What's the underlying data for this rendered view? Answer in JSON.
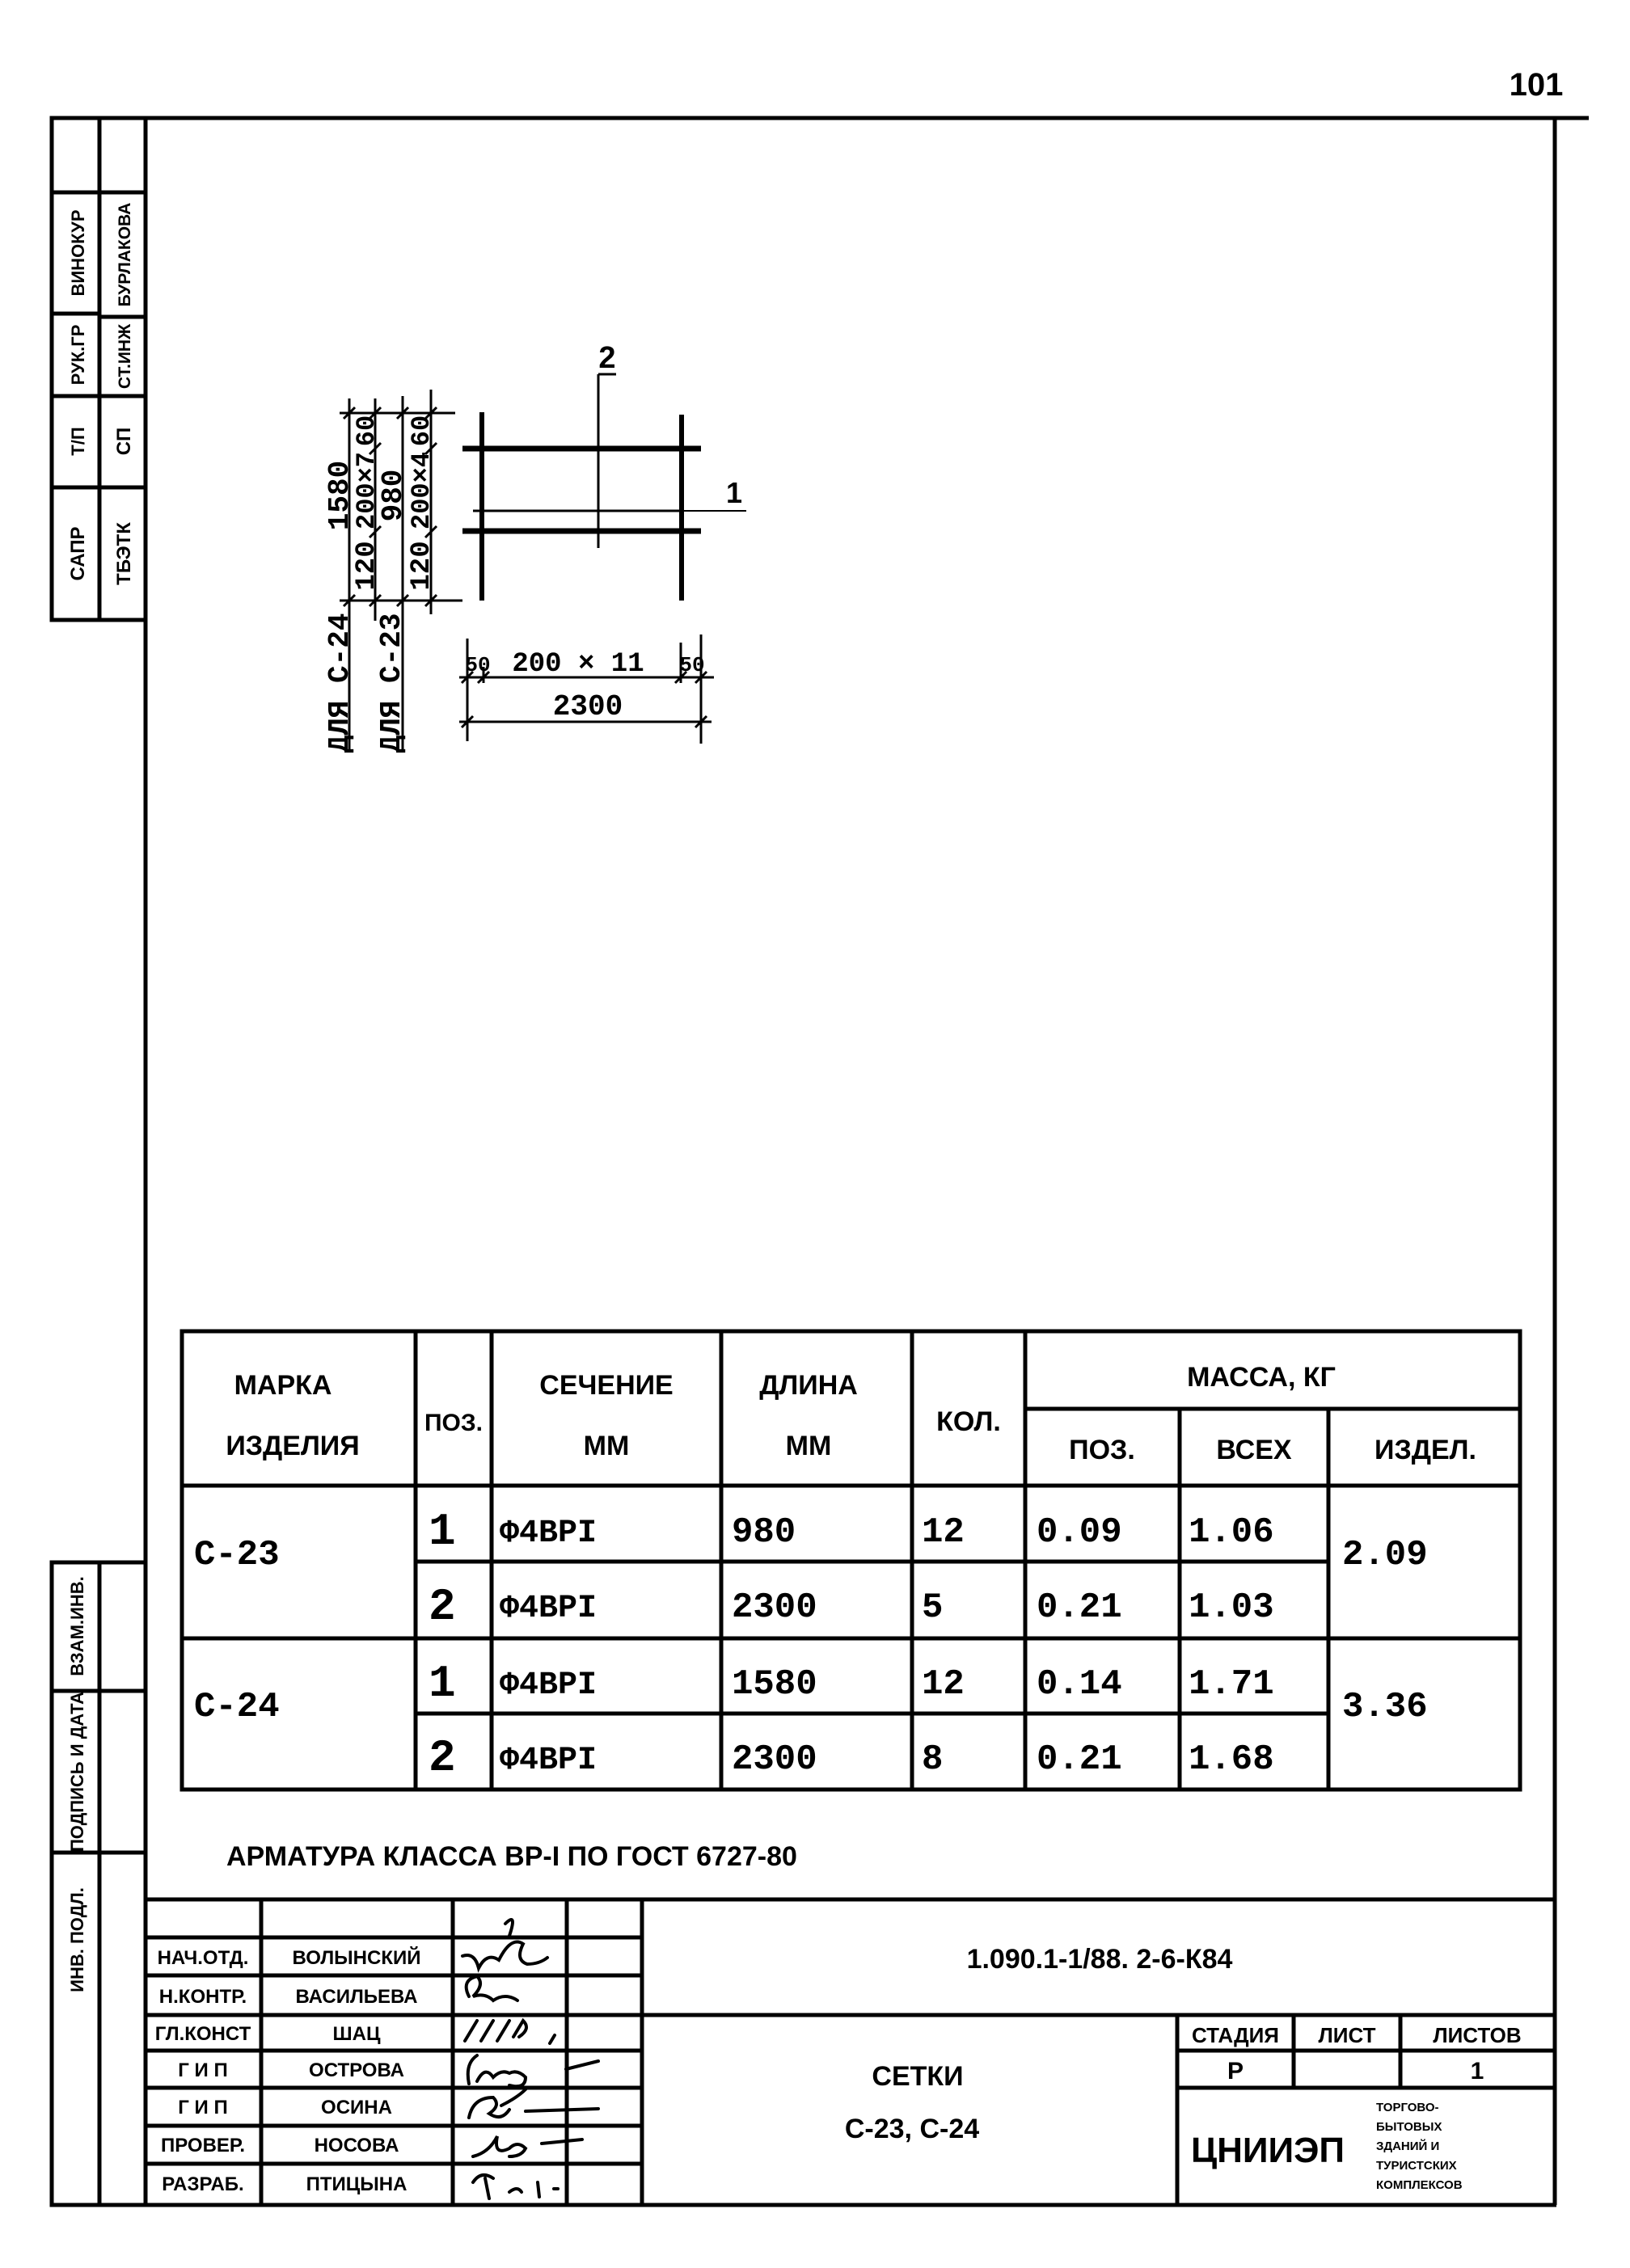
{
  "page_number": "101",
  "left_stamp_top": {
    "col1": [
      "ВИНОКУР",
      "РУК.ГР",
      "Т/П",
      "САПР"
    ],
    "col2": [
      "БУРЛАКОВА",
      "СТ.ИНЖ",
      "СП",
      "ТБЭТК"
    ]
  },
  "left_stamp_bottom": [
    "ВЗАМ.ИНВ.",
    "ПОДПИСЬ И ДАТА",
    "ИНВ. ПОДЛ."
  ],
  "drawing": {
    "dim_1580": "1580",
    "dim_980": "980",
    "dim_120_a": "120",
    "dim_200x7": "200×7",
    "dim_60_a": "60",
    "dim_120_b": "120",
    "dim_200x4": "200×4",
    "dim_60_b": "60",
    "for_c24": "ДЛЯ С-24",
    "for_c23": "ДЛЯ С-23",
    "pos_1": "1",
    "pos_2": "2",
    "dim_50_left": "50",
    "dim_200x11": "200 × 11",
    "dim_50_right": "50",
    "dim_2300": "2300"
  },
  "table": {
    "headers": {
      "mark_1": "МАРКА",
      "mark_2": "ИЗДЕЛИЯ",
      "pos": "ПОЗ.",
      "section_1": "СЕЧЕНИЕ",
      "section_2": "ММ",
      "length_1": "ДЛИНА",
      "length_2": "ММ",
      "qty": "КОЛ.",
      "mass": "МАССА, КГ",
      "mass_pos": "ПОЗ.",
      "mass_all": "ВСЕХ",
      "mass_item": "ИЗДЕЛ."
    },
    "items": [
      {
        "mark": "С-23",
        "item_mass": "2.09",
        "rows": [
          {
            "pos": "1",
            "section": "Φ4ВPI",
            "length": "980",
            "qty": "12",
            "mass_pos": "0.09",
            "mass_all": "1.06"
          },
          {
            "pos": "2",
            "section": "Φ4ВPI",
            "length": "2300",
            "qty": "5",
            "mass_pos": "0.21",
            "mass_all": "1.03"
          }
        ]
      },
      {
        "mark": "С-24",
        "item_mass": "3.36",
        "rows": [
          {
            "pos": "1",
            "section": "Φ4ВPI",
            "length": "1580",
            "qty": "12",
            "mass_pos": "0.14",
            "mass_all": "1.71"
          },
          {
            "pos": "2",
            "section": "Φ4ВPI",
            "length": "2300",
            "qty": "8",
            "mass_pos": "0.21",
            "mass_all": "1.68"
          }
        ]
      }
    ]
  },
  "note": "АРМАТУРА КЛАССА ВР-I ПО ГОСТ 6727-80",
  "title_block": {
    "signers": [
      {
        "role": "НАЧ.ОТД.",
        "name": "ВОЛЫНСКИЙ"
      },
      {
        "role": "Н.КОНТР.",
        "name": "ВАСИЛЬЕВА"
      },
      {
        "role": "ГЛ.КОНСТ",
        "name": "ШАЦ"
      },
      {
        "role": "Г И П",
        "name": "ОСТРОВА"
      },
      {
        "role": "Г И П",
        "name": "ОСИНА"
      },
      {
        "role": "ПРОВЕР.",
        "name": "НОСОВА"
      },
      {
        "role": "РАЗРАБ.",
        "name": "ПТИЦЫНА"
      }
    ],
    "document_code": "1.090.1-1/88. 2-6-К84",
    "title_1": "СЕТКИ",
    "title_2": "С-23, С-24",
    "stage_label": "СТАДИЯ",
    "sheet_label": "ЛИСТ",
    "sheets_label": "ЛИСТОВ",
    "stage_value": "Р",
    "sheet_value": "",
    "sheets_value": "1",
    "organization": "ЦНИИЭП",
    "org_subtitle": [
      "ТОРГОВО-",
      "БЫТОВЫХ",
      "ЗДАНИЙ И",
      "ТУРИСТСКИХ",
      "КОМПЛЕКСОВ"
    ]
  }
}
